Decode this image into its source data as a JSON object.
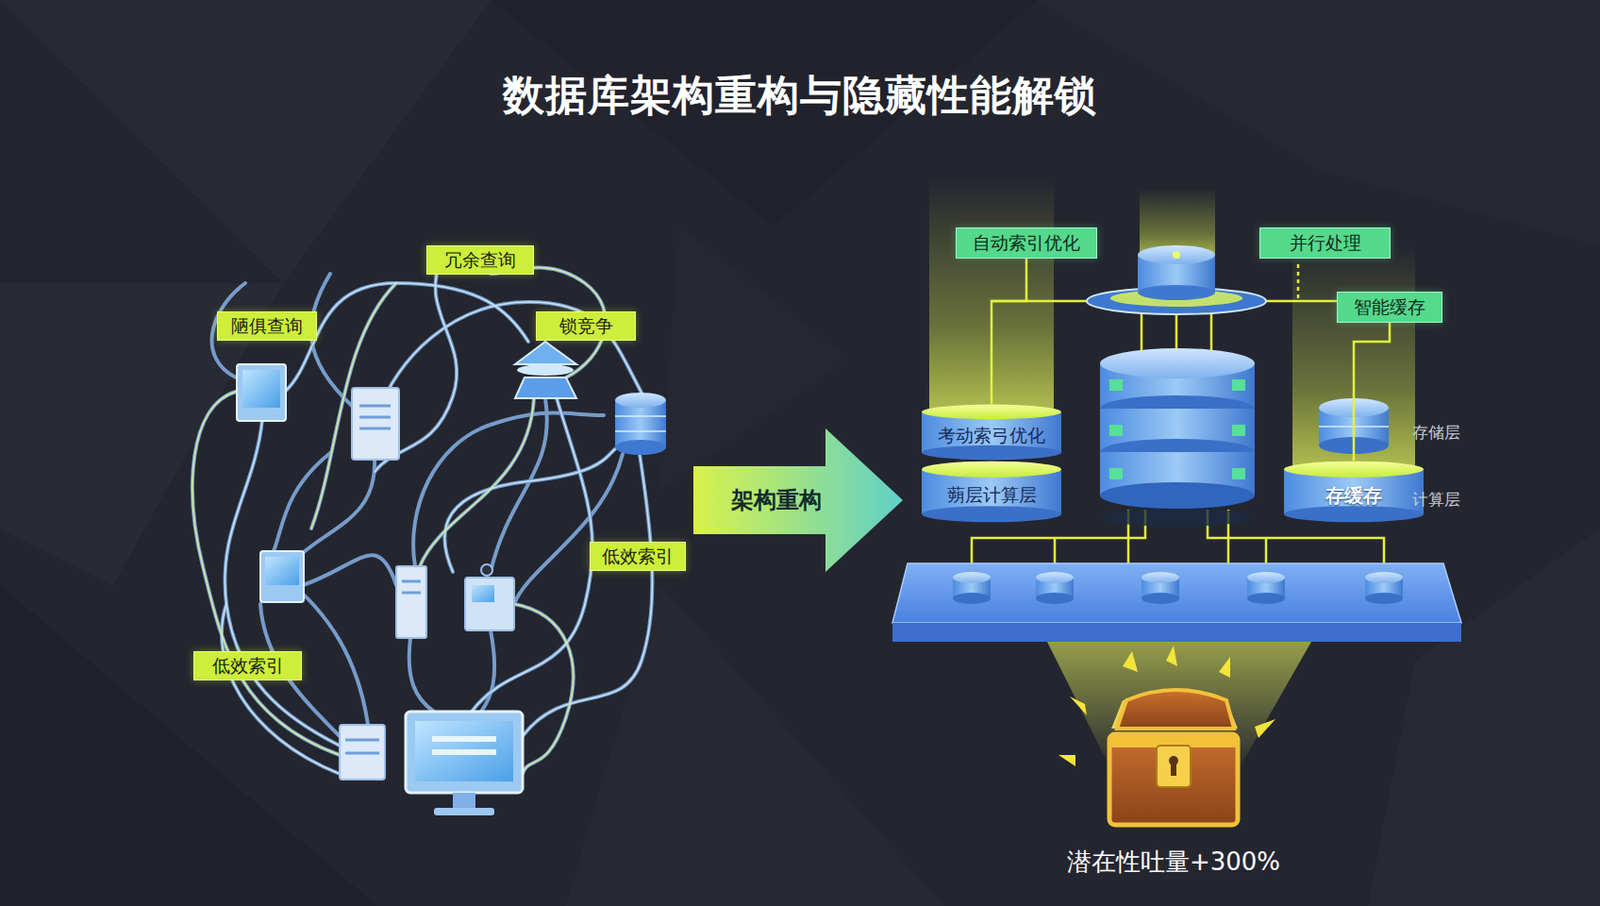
{
  "diagram": {
    "title": "数据库架构重构与隐藏性能解锁",
    "caption": "潜在性吐量+300%",
    "nodes": [
      {
        "text": [
          "冗余查询"
        ]
      },
      {
        "text": [
          "陋俱查询"
        ]
      },
      {
        "text": [
          "锁竞争"
        ]
      },
      {
        "text": [
          "低效索引"
        ]
      },
      {
        "text": [
          "低效索引"
        ]
      },
      {
        "text": [
          "架构重构"
        ]
      },
      {
        "text": [
          "自动索引优化"
        ]
      },
      {
        "text": [
          "并行处理"
        ]
      },
      {
        "text": [
          "智能缓存"
        ]
      },
      {
        "text": [
          "考动索弓优化"
        ]
      },
      {
        "text": [
          "蒴层计算层"
        ]
      },
      {
        "text": [
          "存缓存"
        ]
      }
    ],
    "edges": [
      {
        "from": 6,
        "to": 9,
        "arrow": "none"
      },
      {
        "from": 8,
        "to": 11,
        "arrow": "none"
      }
    ],
    "labels": [
      "存储层",
      "计算层"
    ]
  }
}
